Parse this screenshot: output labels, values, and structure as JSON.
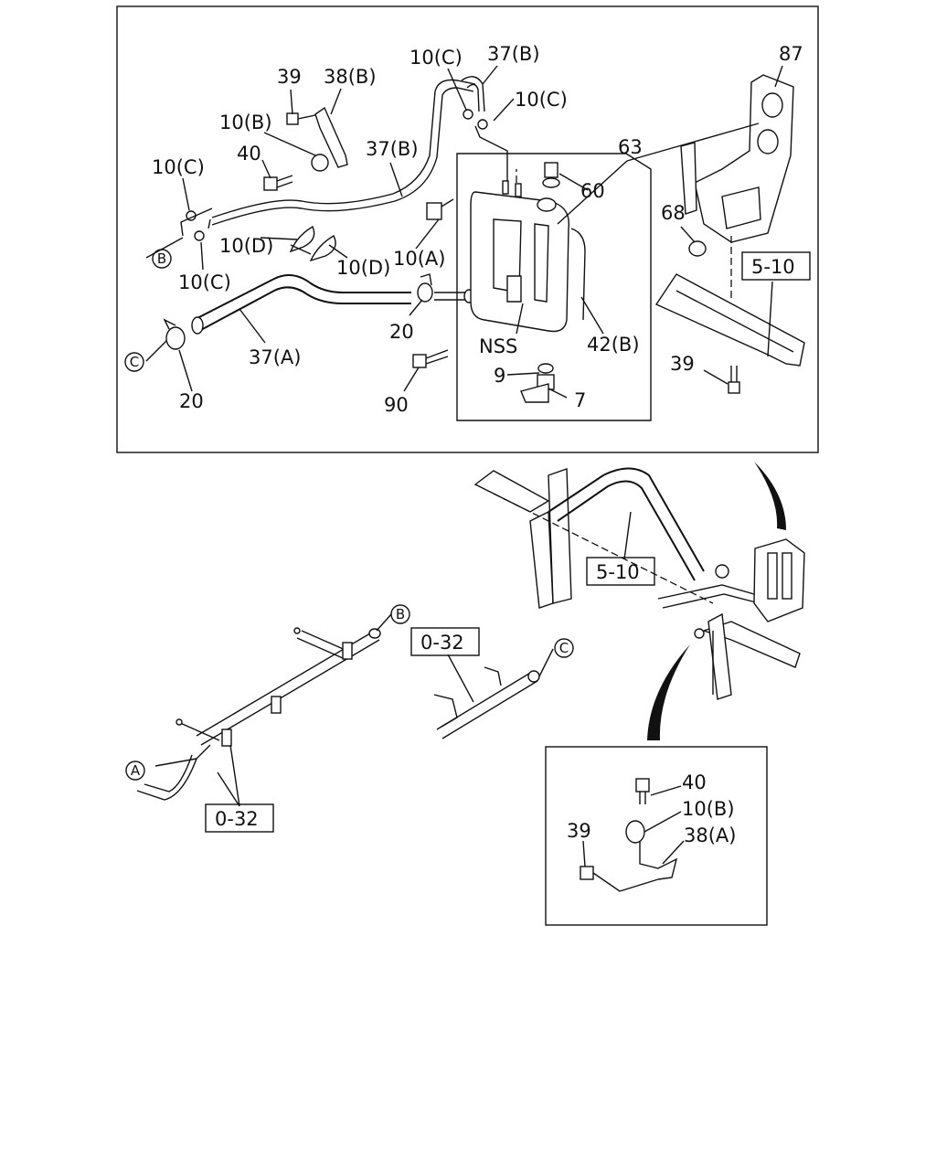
{
  "labels": {
    "p39_top": "39",
    "p38b": "38(B)",
    "p10c_top1": "10(C)",
    "p37b_top": "37(B)",
    "p10c_top2": "10(C)",
    "p87": "87",
    "p10b_top": "10(B)",
    "p40_top": "40",
    "p37b_mid": "37(B)",
    "p63": "63",
    "p10c_left": "10(C)",
    "p60": "60",
    "p68": "68",
    "p10d_1": "10(D)",
    "p10a": "10(A)",
    "p10d_2": "10(D)",
    "p10c_low": "10(C)",
    "p20_mid": "20",
    "pnss": "NSS",
    "p42b": "42(B)",
    "p37a": "37(A)",
    "p9": "9",
    "p39_right": "39",
    "p7": "7",
    "p20_bottom": "20",
    "p90": "90",
    "p40_inset": "40",
    "p10b_inset": "10(B)",
    "p39_inset": "39",
    "p38a_inset": "38(A)"
  },
  "refs": {
    "ref_5_10_top": "5-10",
    "ref_5_10_mid": "5-10",
    "ref_0_32_mid": "0-32",
    "ref_0_32_left": "0-32"
  },
  "connectors": {
    "b_top": "B",
    "c_top": "C",
    "b_low": "B",
    "c_low": "C",
    "a_low": "A"
  }
}
